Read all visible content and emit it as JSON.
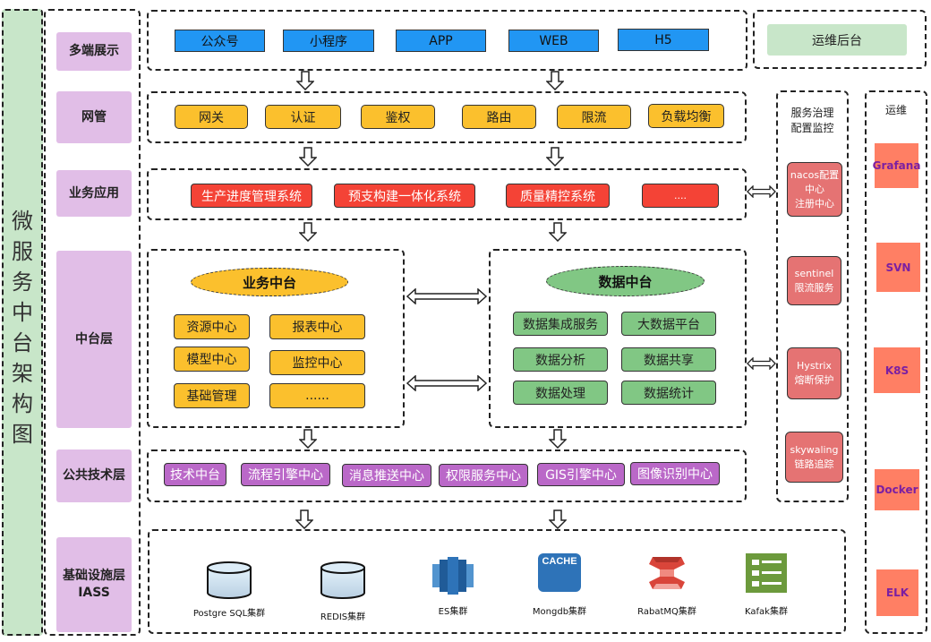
{
  "title": "微服务中台架构图",
  "title_chars": [
    "微",
    "服",
    "务",
    "中",
    "台",
    "架",
    "构",
    "图"
  ],
  "layers": [
    {
      "label": "多端展示"
    },
    {
      "label": "网管"
    },
    {
      "label": "业务应用"
    },
    {
      "label": "中台层"
    },
    {
      "label": "公共技术层"
    },
    {
      "label": "基础设施层\nIASS",
      "line1": "基础设施层",
      "line2": "IASS"
    }
  ],
  "display_clients": [
    "公众号",
    "小程序",
    "APP",
    "WEB",
    "H5"
  ],
  "ops_console": "运维后台",
  "gateway_items": [
    "网关",
    "认证",
    "鉴权",
    "路由",
    "限流",
    "负载均衡"
  ],
  "business_apps": [
    "生产进度管理系统",
    "预支构建一体化系统",
    "质量精控系统",
    "...."
  ],
  "business_middle": {
    "title": "业务中台",
    "items": [
      "资源中心",
      "报表中心",
      "模型中心",
      "监控中心",
      "基础管理",
      "......"
    ]
  },
  "data_middle": {
    "title": "数据中台",
    "items": [
      "数据集成服务",
      "大数据平台",
      "数据分析",
      "数据共享",
      "数据处理",
      "数据统计"
    ]
  },
  "common_tech": [
    "技术中台",
    "流程引擎中心",
    "消息推送中心",
    "权限服务中心",
    "GIS引擎中心",
    "图像识别中心"
  ],
  "infrastructure": [
    {
      "label": "Postgre SQL集群",
      "icon": "database-cylinder-icon"
    },
    {
      "label": "REDIS集群",
      "icon": "database-cylinder-icon"
    },
    {
      "label": "ES集群",
      "icon": "elasticsearch-cluster-icon"
    },
    {
      "label": "Mongdb集群",
      "icon": "cache-icon",
      "icon_text": "CACHE"
    },
    {
      "label": "RabatMQ集群",
      "icon": "message-queue-icon"
    },
    {
      "label": "Kafak集群",
      "icon": "list-icon"
    }
  ],
  "governance": {
    "title_line1": "服务治理",
    "title_line2": "配置监控",
    "items": [
      {
        "line1": "nacos配置",
        "line2": "中心",
        "line3": "注册中心"
      },
      {
        "line1": "sentinel",
        "line2": "限流服务"
      },
      {
        "line1": "Hystrix",
        "line2": "熔断保护"
      },
      {
        "line1": "skywaling",
        "line2": "链路追踪"
      }
    ]
  },
  "ops": {
    "title": "运维",
    "items": [
      "Grafana",
      "SVN",
      "K8S",
      "Docker",
      "ELK"
    ]
  },
  "colors": {
    "title_bg": "#c8e6c9",
    "layer_label_bg": "#e1bee7",
    "client_blue": "#2196f3",
    "gateway_yellow": "#fbc02d",
    "app_red": "#f44336",
    "data_green": "#81c784",
    "tech_purple": "#ba68c8",
    "governance_red": "#e57373",
    "ops_orange": "#ff7f64"
  }
}
